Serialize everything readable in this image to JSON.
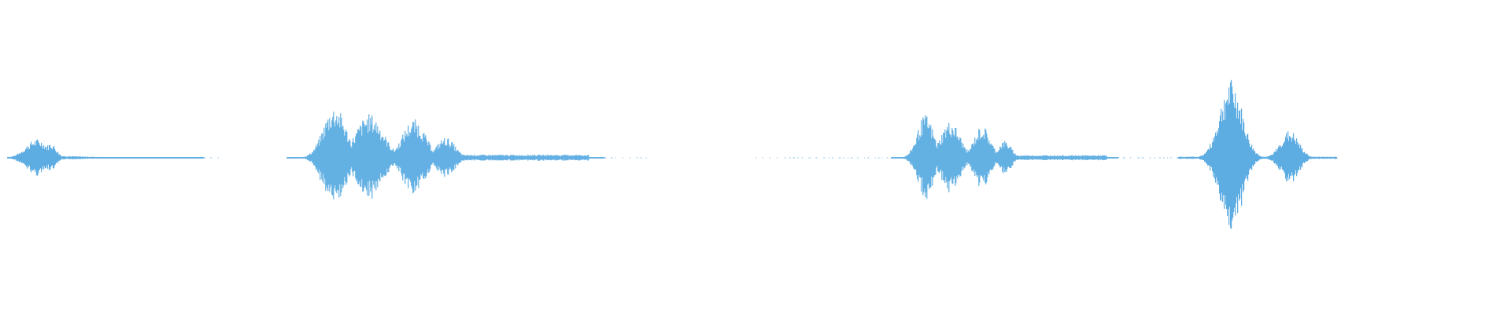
{
  "waveform": {
    "color": "#5DADE2",
    "background": "#FFFFFF",
    "segments": [
      {
        "name": "segment-1",
        "start": 0.005,
        "end": 0.135,
        "peak": 0.24,
        "shape": "short-burst"
      },
      {
        "name": "segment-2",
        "start": 0.19,
        "end": 0.4,
        "peak": 0.66,
        "shape": "speech"
      },
      {
        "name": "segment-3",
        "start": 0.59,
        "end": 0.74,
        "peak": 0.55,
        "shape": "speech"
      },
      {
        "name": "segment-4",
        "start": 0.78,
        "end": 0.885,
        "peak": 1.0,
        "shape": "burst-tail"
      }
    ],
    "noise_floor": [
      {
        "start": 0.135,
        "end": 0.145
      },
      {
        "start": 0.4,
        "end": 0.43
      },
      {
        "start": 0.5,
        "end": 0.59
      },
      {
        "start": 0.74,
        "end": 0.78
      }
    ]
  }
}
